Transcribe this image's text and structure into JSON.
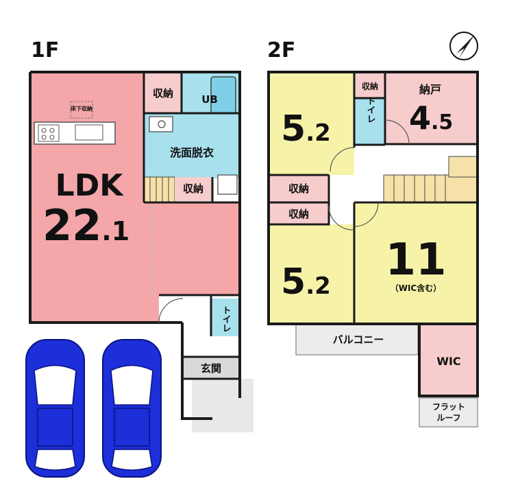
{
  "floors": {
    "first": {
      "label": "1F",
      "rooms": {
        "ldk_name": "LDK",
        "ldk_size_int": "22",
        "ldk_size_dec": ".1",
        "underfloor": "床下収納",
        "storage_top": "収納",
        "ub": "UB",
        "washroom": "洗面脱衣",
        "storage_mid": "収納",
        "toilet": "トイレ",
        "entrance": "玄関"
      }
    },
    "second": {
      "label": "2F",
      "rooms": {
        "room_a_int": "5",
        "room_a_dec": ".2",
        "storage_small": "収納",
        "toilet": "トイレ",
        "closet_name": "納戸",
        "closet_int": "4",
        "closet_dec": ".5",
        "storage_a": "収納",
        "storage_b": "収納",
        "room_b_int": "5",
        "room_b_dec": ".2",
        "master_size": "11",
        "master_note": "（WIC含む）",
        "balcony": "バルコニー",
        "wic": "WIC",
        "flat_roof_1": "フラット",
        "flat_roof_2": "ルーフ"
      }
    }
  },
  "colors": {
    "ldk": "#f4a6a8",
    "wet": "#a8e0ee",
    "bedroom": "#f6f3a8",
    "closet": "#f7cccc",
    "wall": "#1a1a1a",
    "car": "#1c2fd8"
  },
  "icons": [
    "north-compass-icon",
    "car-icon",
    "stairs-icon",
    "door-icon"
  ]
}
